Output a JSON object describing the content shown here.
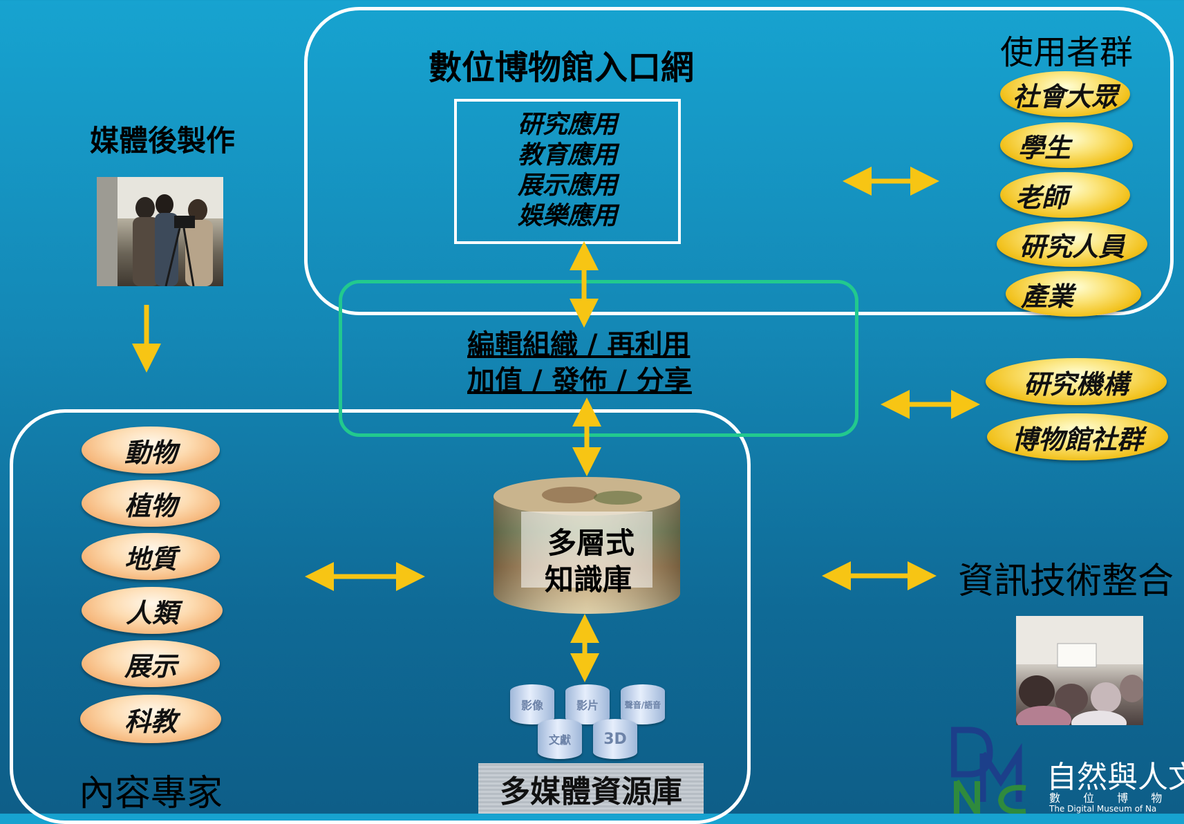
{
  "portal": {
    "title": "數位博物館入口網",
    "applications": [
      "研究應用",
      "教育應用",
      "展示應用",
      "娛樂應用"
    ]
  },
  "users": {
    "title": "使用者群",
    "groups": [
      "社會大眾",
      "學生",
      "老師",
      "研究人員",
      "產業"
    ]
  },
  "middle": {
    "line1": "編輯組織 / 再利用",
    "line2": "加值 / 發佈 / 分享 "
  },
  "partners": [
    "研究機構",
    "博物館社群"
  ],
  "media_post": {
    "title": "媒體後製作"
  },
  "content": {
    "title": "內容專家",
    "topics": [
      "動物",
      "植物",
      "地質",
      "人類",
      "展示",
      "科教"
    ]
  },
  "knowledge_base": {
    "line1": "多層式",
    "line2": "知識庫"
  },
  "resources": {
    "title": "多媒體資源庫",
    "items": [
      "影像",
      "影片",
      "聲音/語音",
      "文獻",
      "3D"
    ]
  },
  "it_integration": {
    "title": "資訊技術整合"
  },
  "logo": {
    "letters": "DMNC",
    "name": "自然與人文",
    "sub": "數 位 博 物 館",
    "english": "The Digital Museum of Na"
  },
  "colors": {
    "arrow": "#f7c514",
    "frame": "#ffffff",
    "overlap_frame": "#22c98e"
  }
}
